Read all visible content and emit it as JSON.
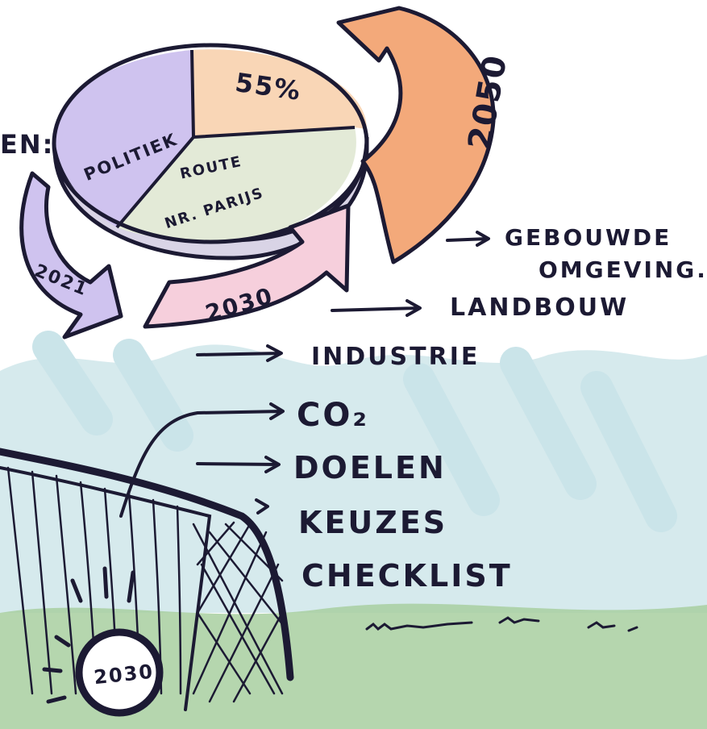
{
  "header_fragment": "EN:",
  "pie": {
    "slices": [
      {
        "label": "POLITIEK",
        "color": "#cfc3ef"
      },
      {
        "label": "55%",
        "color": "#f9d6b6"
      },
      {
        "label_line1": "ROUTE",
        "label_line2": "NR. PARIJS",
        "color": "#e3ead7"
      }
    ]
  },
  "years": {
    "y2021": "2021",
    "y2030": "2030",
    "y2050": "2050",
    "ball": "2030"
  },
  "topics": {
    "gebouwde_line1": "GEBOUWDE",
    "gebouwde_line2": "OMGEVING.",
    "landbouw": "LANDBOUW",
    "industrie": "INDUSTRIE",
    "co2": "CO₂",
    "doelen": "DOELEN",
    "keuzes": "KEUZES",
    "checklist": "CHECKLIST"
  },
  "colors": {
    "ink": "#1c1a33",
    "lilac": "#cfc3ef",
    "peach": "#f9d6b6",
    "sage": "#e3ead7",
    "pink": "#f6cfdc",
    "orange": "#f3a97a",
    "sky": "#c9e3e8",
    "grass": "#a8cfa0"
  }
}
